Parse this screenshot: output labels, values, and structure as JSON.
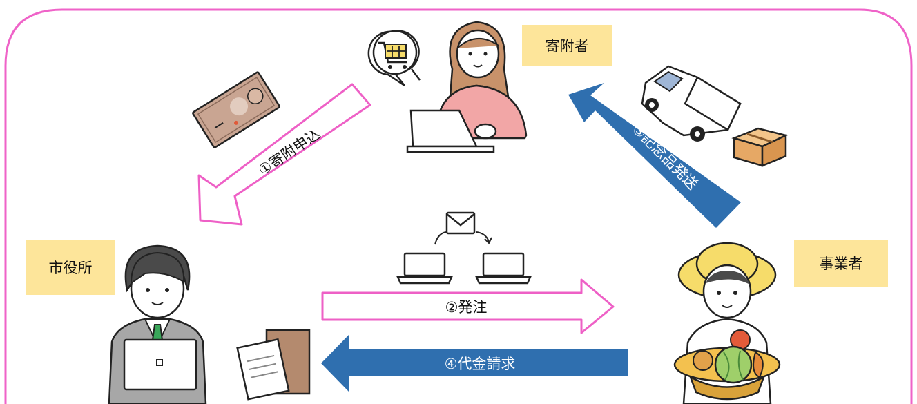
{
  "actors": {
    "donor": "寄附者",
    "city_hall": "市役所",
    "business": "事業者"
  },
  "flows": {
    "step1": "①寄附申込",
    "step2": "②発注",
    "step3": "③記念品発送",
    "step4": "④代金請求"
  },
  "colors": {
    "frame": "#ef63c8",
    "pink_arrow_stroke": "#ee60c6",
    "blue_arrow": "#2f6faf",
    "label_bg": "#fde59a"
  },
  "icons": [
    "cart-icon",
    "banknote-icon",
    "truck-icon",
    "parcel-icon",
    "envelope-icon",
    "laptop-icon",
    "documents-icon"
  ]
}
